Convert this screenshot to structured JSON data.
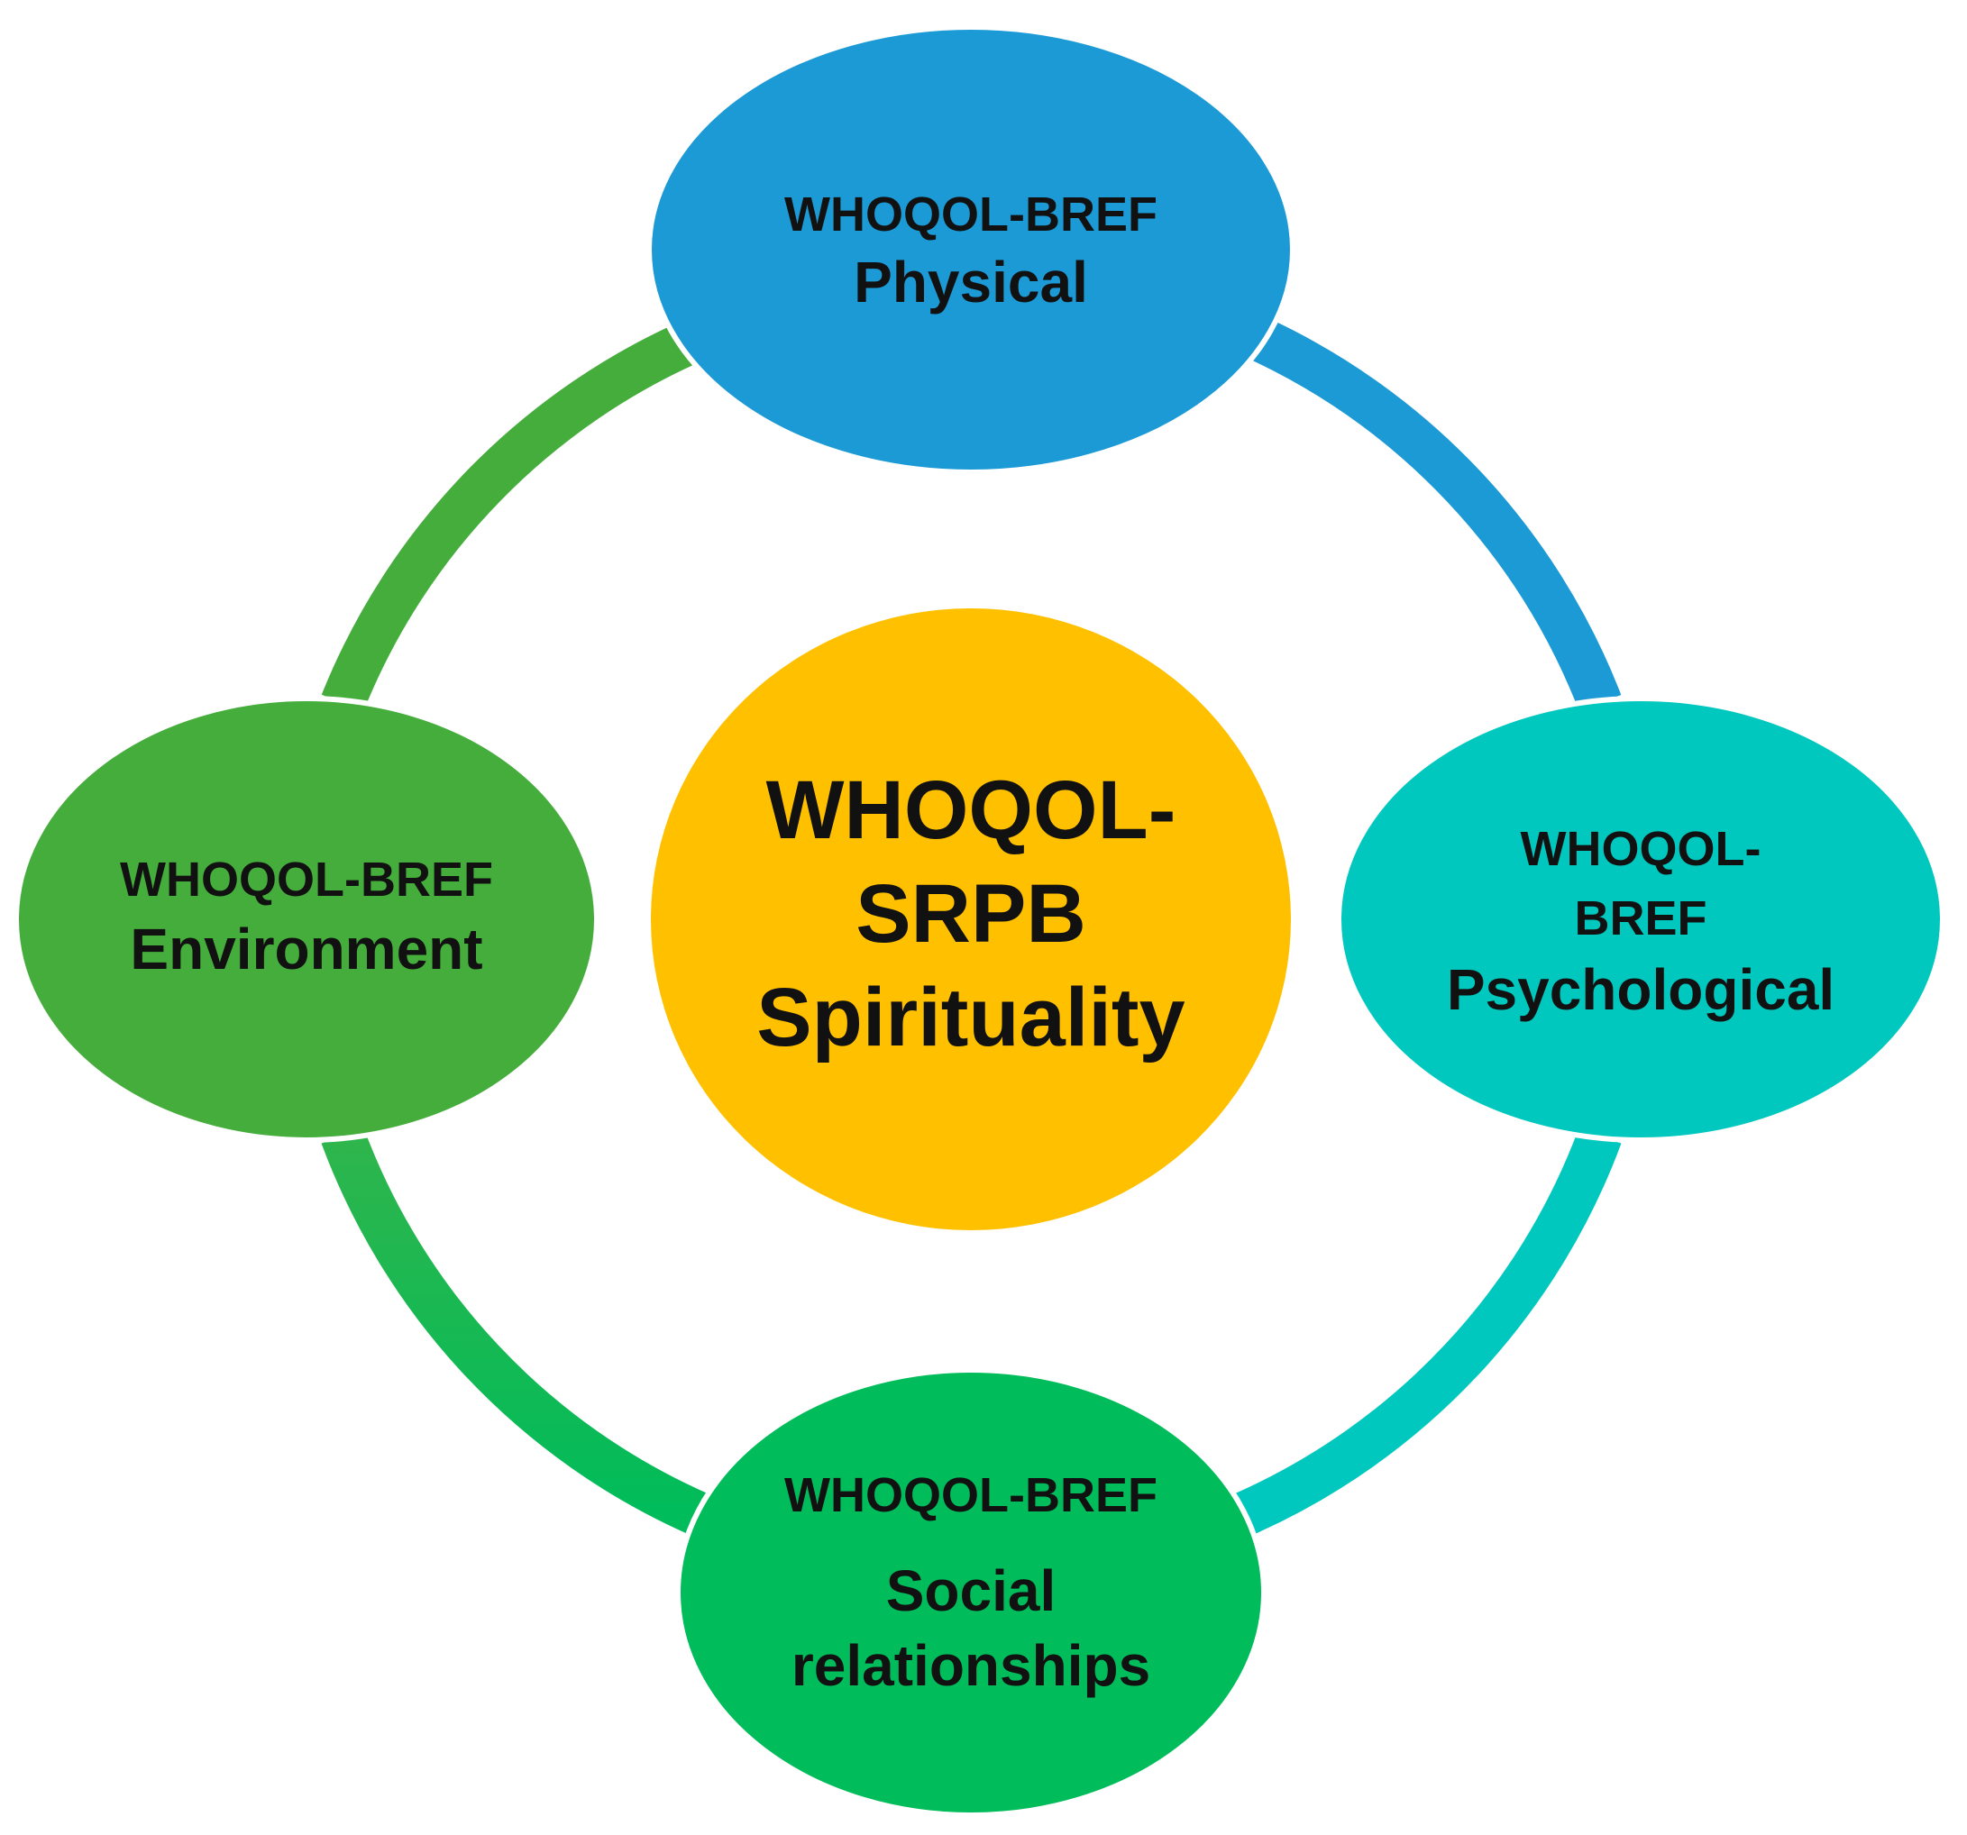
{
  "nodes": {
    "physical": {
      "line1": "WHOQOL-BREF",
      "line2": "Physical",
      "color": "#1C9AD6"
    },
    "psychological": {
      "line1": "WHOQOL-",
      "line2": "BREF",
      "line3": "Psychological",
      "color": "#00C8BE"
    },
    "social": {
      "line1": "WHOQOL-BREF",
      "line2": "Social",
      "line3": "relationships",
      "color": "#00BC5A"
    },
    "environment": {
      "line1": "WHOQOL-BREF",
      "line2": "Environment",
      "color": "#45AD3C"
    },
    "center": {
      "line1": "WHOQOL-",
      "line2": "SRPB",
      "line3": "Spirituality",
      "color": "#FFC000"
    }
  },
  "ring_colors": {
    "top_right": "#1C9AD6",
    "bottom_right": "#00C8BE",
    "bottom_left": "#00BC5A",
    "top_left": "#45AD3C"
  }
}
